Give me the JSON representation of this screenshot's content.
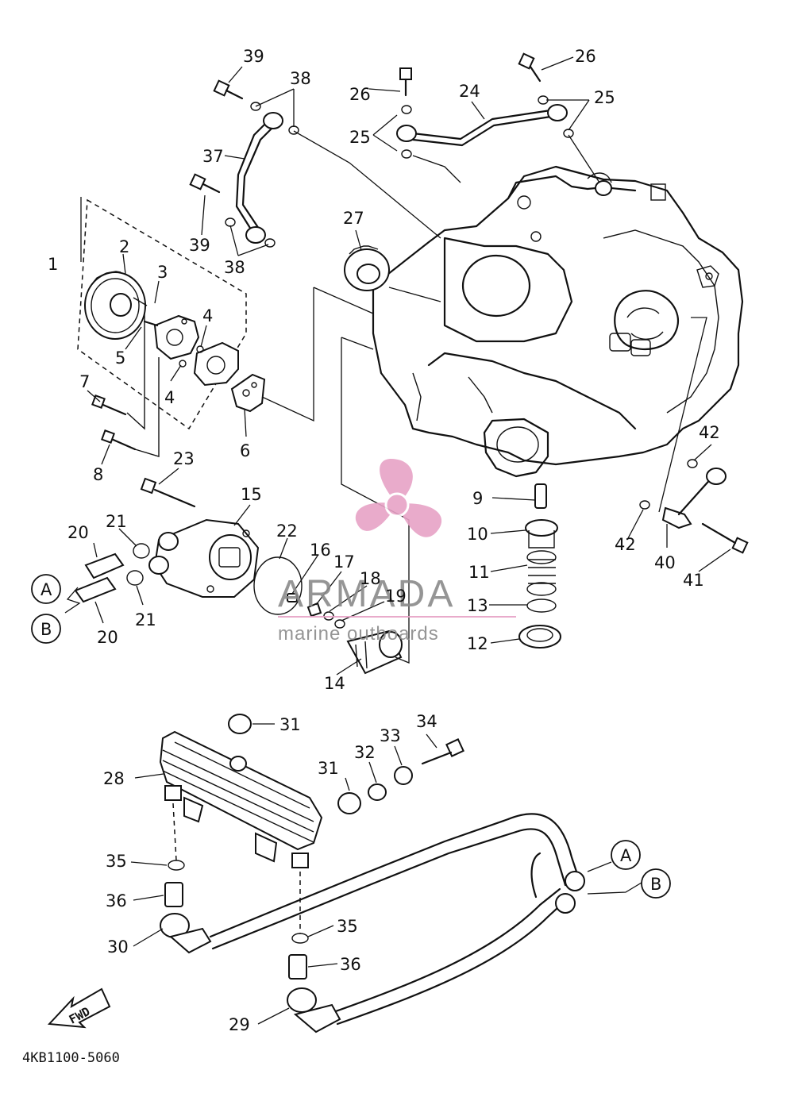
{
  "diagram_code": "4KB1100-5060",
  "watermark": {
    "brand": "ARMADA",
    "tagline": "marine outboards"
  },
  "fwd_label": "FWD",
  "ports": {
    "a": "A",
    "b": "B"
  },
  "labels": {
    "n1": "1",
    "n2": "2",
    "n3": "3",
    "n4": "4",
    "n5": "5",
    "n6": "6",
    "n7": "7",
    "n8": "8",
    "n9": "9",
    "n10": "10",
    "n11": "11",
    "n12": "12",
    "n13": "13",
    "n14": "14",
    "n15": "15",
    "n16": "16",
    "n17": "17",
    "n18": "18",
    "n19": "19",
    "n20": "20",
    "n21": "21",
    "n22": "22",
    "n23": "23",
    "n24": "24",
    "n25": "25",
    "n26": "26",
    "n27": "27",
    "n28": "28",
    "n29": "29",
    "n30": "30",
    "n31": "31",
    "n32": "32",
    "n33": "33",
    "n34": "34",
    "n35": "35",
    "n36": "36",
    "n37": "37",
    "n38": "38",
    "n39": "39",
    "n40": "40",
    "n41": "41",
    "n42": "42"
  }
}
